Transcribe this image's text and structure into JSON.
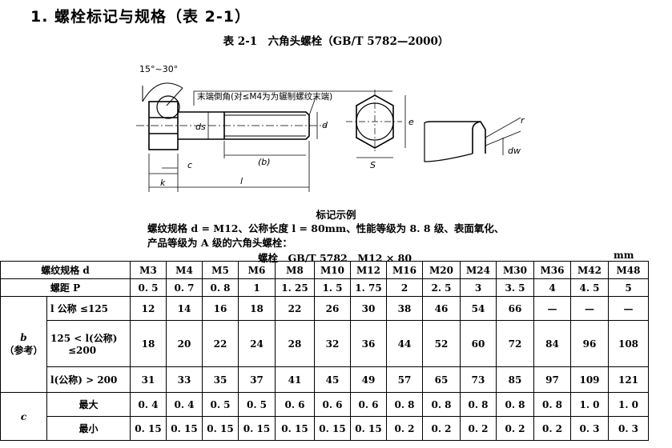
{
  "heading": "1. 螺栓标记与规格（表 2-1）",
  "caption": "表 2-1　六角头螺栓（GB/T 5782—2000）",
  "drawing": {
    "angle_label": "15°~30°",
    "chamfer_note": "末端倒角(对≤M4为为辗制螺纹末端)",
    "ds": "ds",
    "d": "d",
    "b": "(b)",
    "s": "S",
    "e": "e",
    "r": "r",
    "dw": "dw",
    "k": "k",
    "c": "c",
    "l": "l"
  },
  "marking": {
    "title": "标记示例",
    "line1": "螺纹规格 d = M12、公称长度 l = 80mm、性能等级为 8. 8 级、表面氧化、",
    "line2": "产品等级为 A 级的六角头螺栓：",
    "example": "螺栓　GB/T 5782　M12 × 80",
    "unit": "mm"
  },
  "table": {
    "header_label": "螺纹规格 d",
    "sizes": [
      "M3",
      "M4",
      "M5",
      "M6",
      "M8",
      "M10",
      "M12",
      "M16",
      "M20",
      "M24",
      "M30",
      "M36",
      "M42",
      "M48"
    ],
    "pitch_label": "螺距 P",
    "pitch": [
      "0. 5",
      "0. 7",
      "0. 8",
      "1",
      "1. 25",
      "1. 5",
      "1. 75",
      "2",
      "2. 5",
      "3",
      "3. 5",
      "4",
      "4. 5",
      "5"
    ],
    "b_label": "b",
    "b_ref": "（参考）",
    "b_rows": [
      {
        "label": "l 公称 ≤125",
        "values": [
          "12",
          "14",
          "16",
          "18",
          "22",
          "26",
          "30",
          "38",
          "46",
          "54",
          "66",
          "—",
          "—",
          "—"
        ]
      },
      {
        "label": "125 < l(公称)≤200",
        "label_a": "125 < l(公称)",
        "label_b": "≤200",
        "values": [
          "18",
          "20",
          "22",
          "24",
          "28",
          "32",
          "36",
          "44",
          "52",
          "60",
          "72",
          "84",
          "96",
          "108"
        ]
      },
      {
        "label": "l(公称) > 200",
        "values": [
          "31",
          "33",
          "35",
          "37",
          "41",
          "45",
          "49",
          "57",
          "65",
          "73",
          "85",
          "97",
          "109",
          "121"
        ]
      }
    ],
    "c_label": "c",
    "c_rows": [
      {
        "label": "最大",
        "values": [
          "0. 4",
          "0. 4",
          "0. 5",
          "0. 5",
          "0. 6",
          "0. 6",
          "0. 6",
          "0. 8",
          "0. 8",
          "0. 8",
          "0. 8",
          "0. 8",
          "1. 0",
          "1. 0"
        ]
      },
      {
        "label": "最小",
        "values": [
          "0. 15",
          "0. 15",
          "0. 15",
          "0. 15",
          "0. 15",
          "0. 15",
          "0. 15",
          "0. 2",
          "0. 2",
          "0. 2",
          "0. 2",
          "0. 2",
          "0. 3",
          "0. 3"
        ]
      }
    ]
  }
}
